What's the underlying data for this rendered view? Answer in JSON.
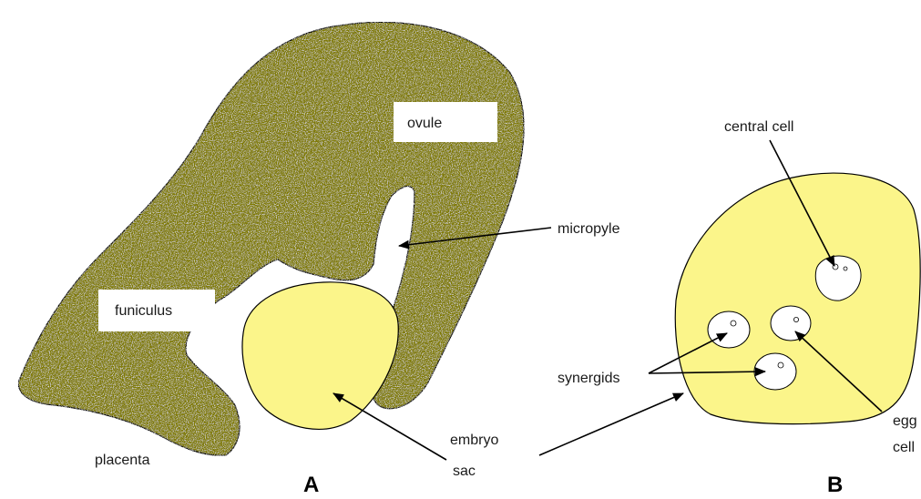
{
  "panels": [
    {
      "letter": "A"
    },
    {
      "letter": "B"
    }
  ],
  "labels": {
    "ovule": "ovule",
    "micropyle": "micropyle",
    "funiculus": "funiculus",
    "placenta": "placenta",
    "embryo_sac_line1": "embryo",
    "embryo_sac_line2": "sac",
    "central_cell": "central cell",
    "synergids": "synergids",
    "egg_cell_line1": "egg",
    "egg_cell_line2": "cell"
  },
  "colors": {
    "ovule_tissue": "#7f7a00",
    "embryo_sac": "#fbf58a",
    "outline": "#000000",
    "background": "#ffffff"
  }
}
